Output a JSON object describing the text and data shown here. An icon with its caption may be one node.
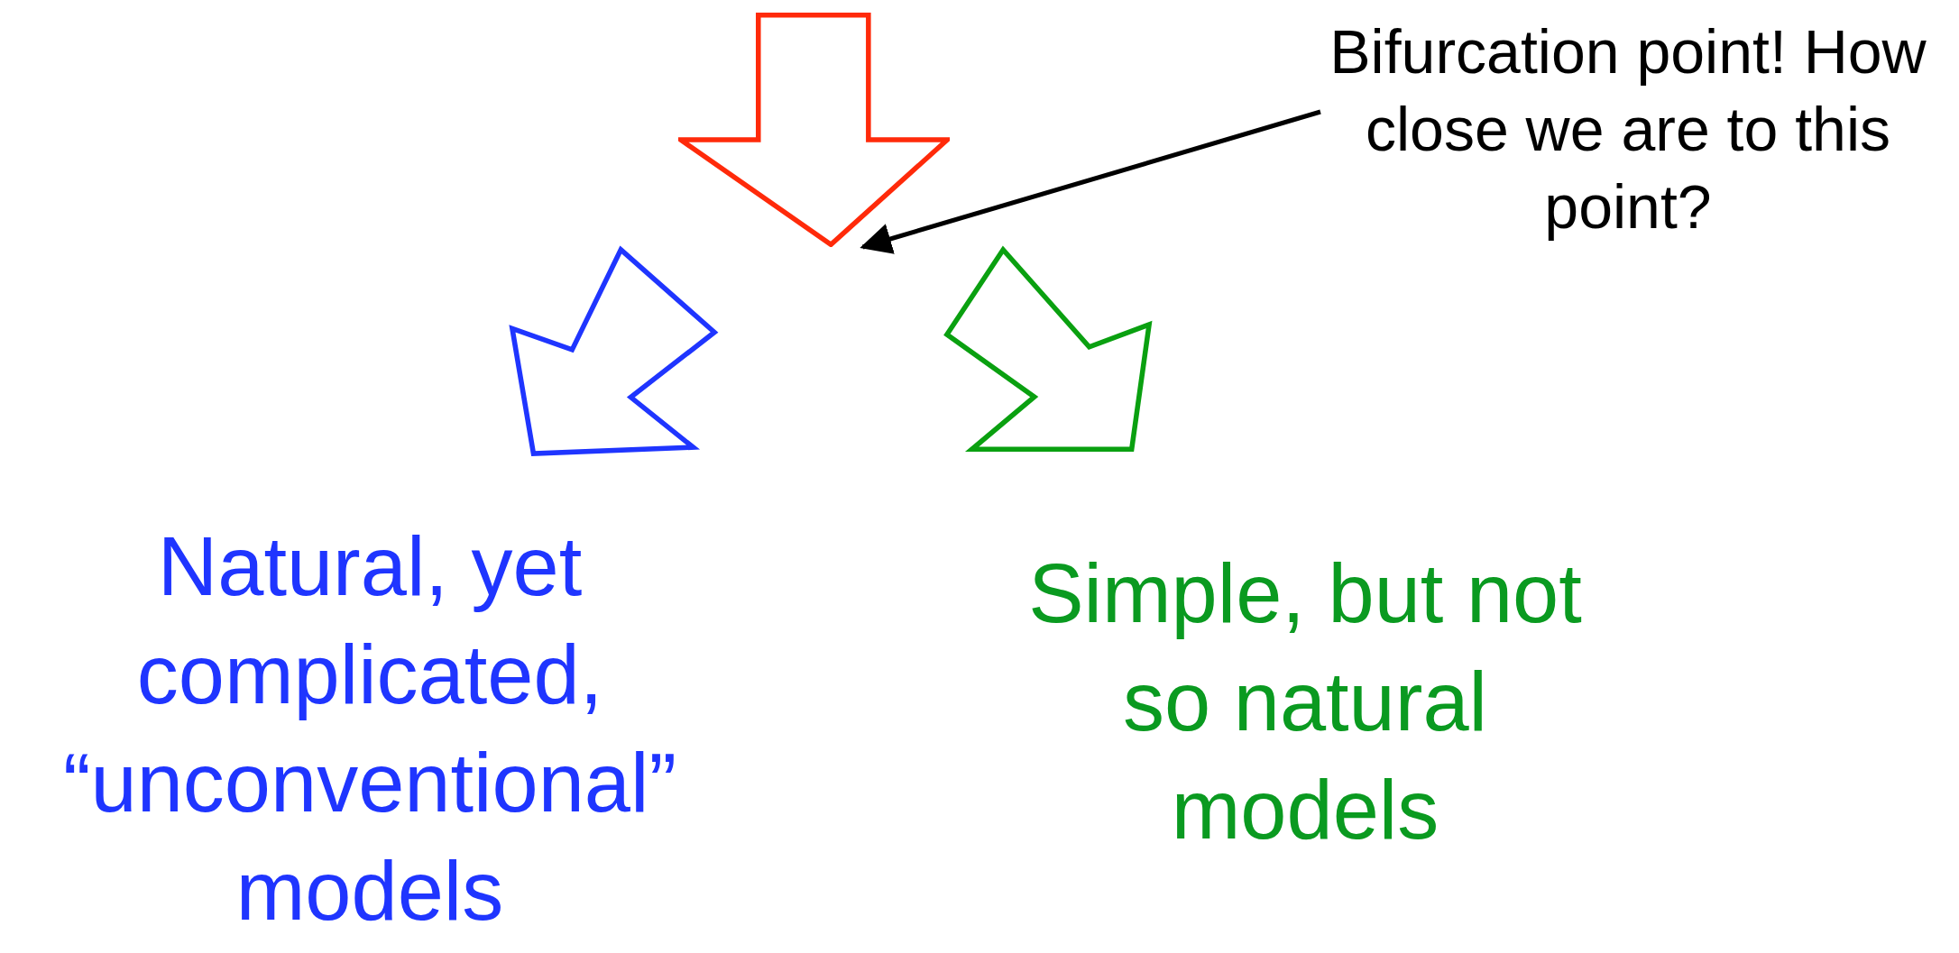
{
  "diagram": {
    "nodes": [
      {
        "text": [],
        "shape": "arrow"
      },
      {
        "text": [],
        "shape": "arrow"
      },
      {
        "text": [],
        "shape": "arrow"
      },
      {
        "text": [
          "Bifurcation point! How close we are to this point?"
        ]
      },
      {
        "text": [
          "Natural, yet complicated, “unconventional” models"
        ]
      },
      {
        "text": [
          "Simple, but not so natural models"
        ]
      }
    ],
    "edges": [
      {
        "from": 3,
        "to": 0,
        "arrow": "to"
      }
    ]
  }
}
